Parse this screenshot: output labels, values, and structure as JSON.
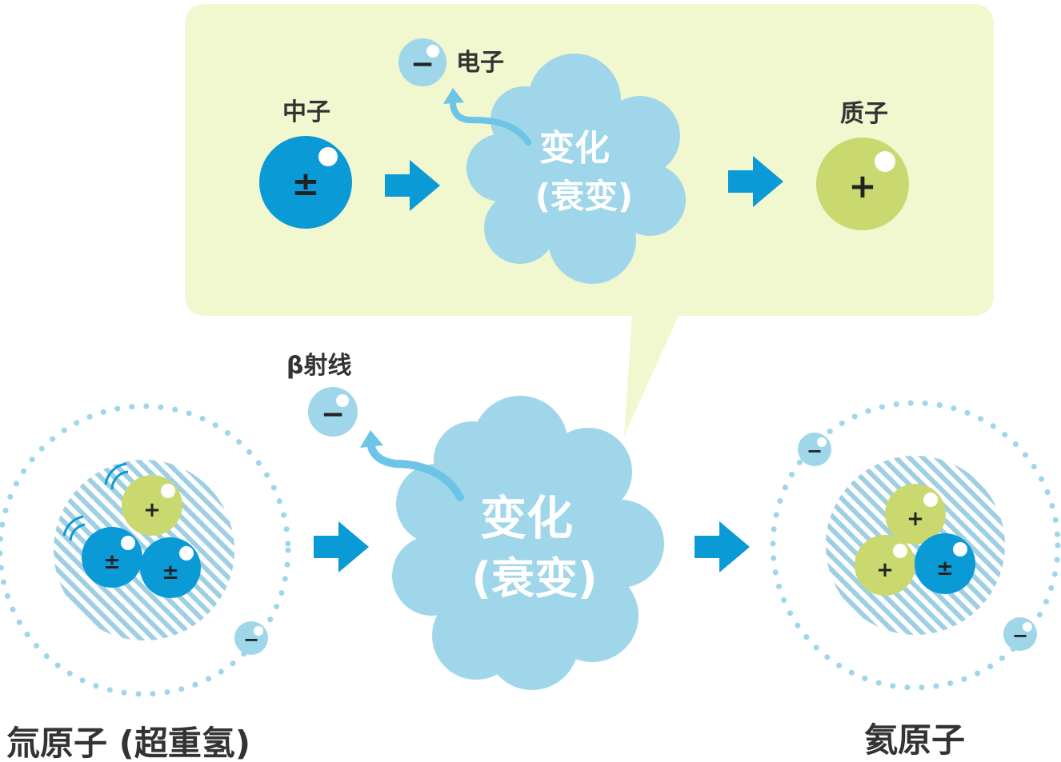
{
  "colors": {
    "panel": "#f1f7cf",
    "cloud": "#9fd6ea",
    "neutron": "#0a9ad6",
    "proton": "#c9d970",
    "electron": "#9fd6ea",
    "arrow": "#0a9ad6",
    "curved_arrow": "#6cc4e6"
  },
  "icons": [
    "neutron-icon",
    "proton-icon",
    "electron-icon",
    "right-arrow-icon",
    "cloud-icon",
    "orbit-icon"
  ],
  "top": {
    "neutron_label": "中子",
    "neutron_symbol": "±",
    "electron_label": "电子",
    "electron_symbol": "−",
    "proton_label": "质子",
    "proton_symbol": "+",
    "cloud_line1": "变化",
    "cloud_line2": "(衰变)"
  },
  "bottom": {
    "beta_label": "β射线",
    "beta_symbol": "−",
    "cloud_line1": "变化",
    "cloud_line2": "(衰变)",
    "left_atom_label": "氚原子 (超重氢)",
    "right_atom_label": "氦原子",
    "plus": "+",
    "plusminus": "±",
    "minus": "−"
  }
}
